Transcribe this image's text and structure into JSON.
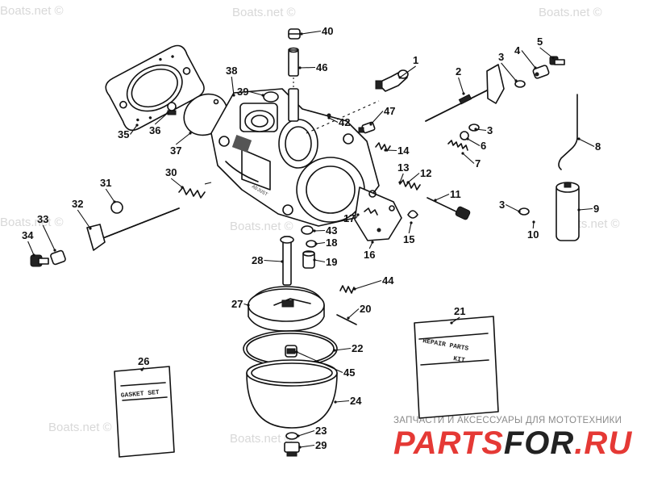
{
  "watermarks": {
    "site": "Boats.net ©",
    "tagline": "ЗАПЧАСТИ И АКСЕССУАРЫ ДЛЯ МОТОТЕХНИКИ",
    "logo_a": "PARTS",
    "logo_b": "FOR",
    "logo_c": ".RU",
    "logo_color": "#e53935"
  },
  "cards": {
    "repair_kit_line1": "REPAIR PARTS",
    "repair_kit_line2": "KIT",
    "gasket_set": "GASKET SET"
  },
  "callouts": [
    {
      "num": "1"
    },
    {
      "num": "2"
    },
    {
      "num": "3"
    },
    {
      "num": "4"
    },
    {
      "num": "5"
    },
    {
      "num": "3"
    },
    {
      "num": "6"
    },
    {
      "num": "7"
    },
    {
      "num": "8"
    },
    {
      "num": "3"
    },
    {
      "num": "9"
    },
    {
      "num": "10"
    },
    {
      "num": "11"
    },
    {
      "num": "12"
    },
    {
      "num": "13"
    },
    {
      "num": "14"
    },
    {
      "num": "15"
    },
    {
      "num": "16"
    },
    {
      "num": "17"
    },
    {
      "num": "18"
    },
    {
      "num": "19"
    },
    {
      "num": "20"
    },
    {
      "num": "21"
    },
    {
      "num": "22"
    },
    {
      "num": "23"
    },
    {
      "num": "24"
    },
    {
      "num": "26"
    },
    {
      "num": "27"
    },
    {
      "num": "28"
    },
    {
      "num": "29"
    },
    {
      "num": "30"
    },
    {
      "num": "31"
    },
    {
      "num": "32"
    },
    {
      "num": "33"
    },
    {
      "num": "34"
    },
    {
      "num": "35"
    },
    {
      "num": "36"
    },
    {
      "num": "37"
    },
    {
      "num": "38"
    },
    {
      "num": "39"
    },
    {
      "num": "40"
    },
    {
      "num": "42"
    },
    {
      "num": "43"
    },
    {
      "num": "44"
    },
    {
      "num": "45"
    },
    {
      "num": "46"
    },
    {
      "num": "47"
    }
  ]
}
